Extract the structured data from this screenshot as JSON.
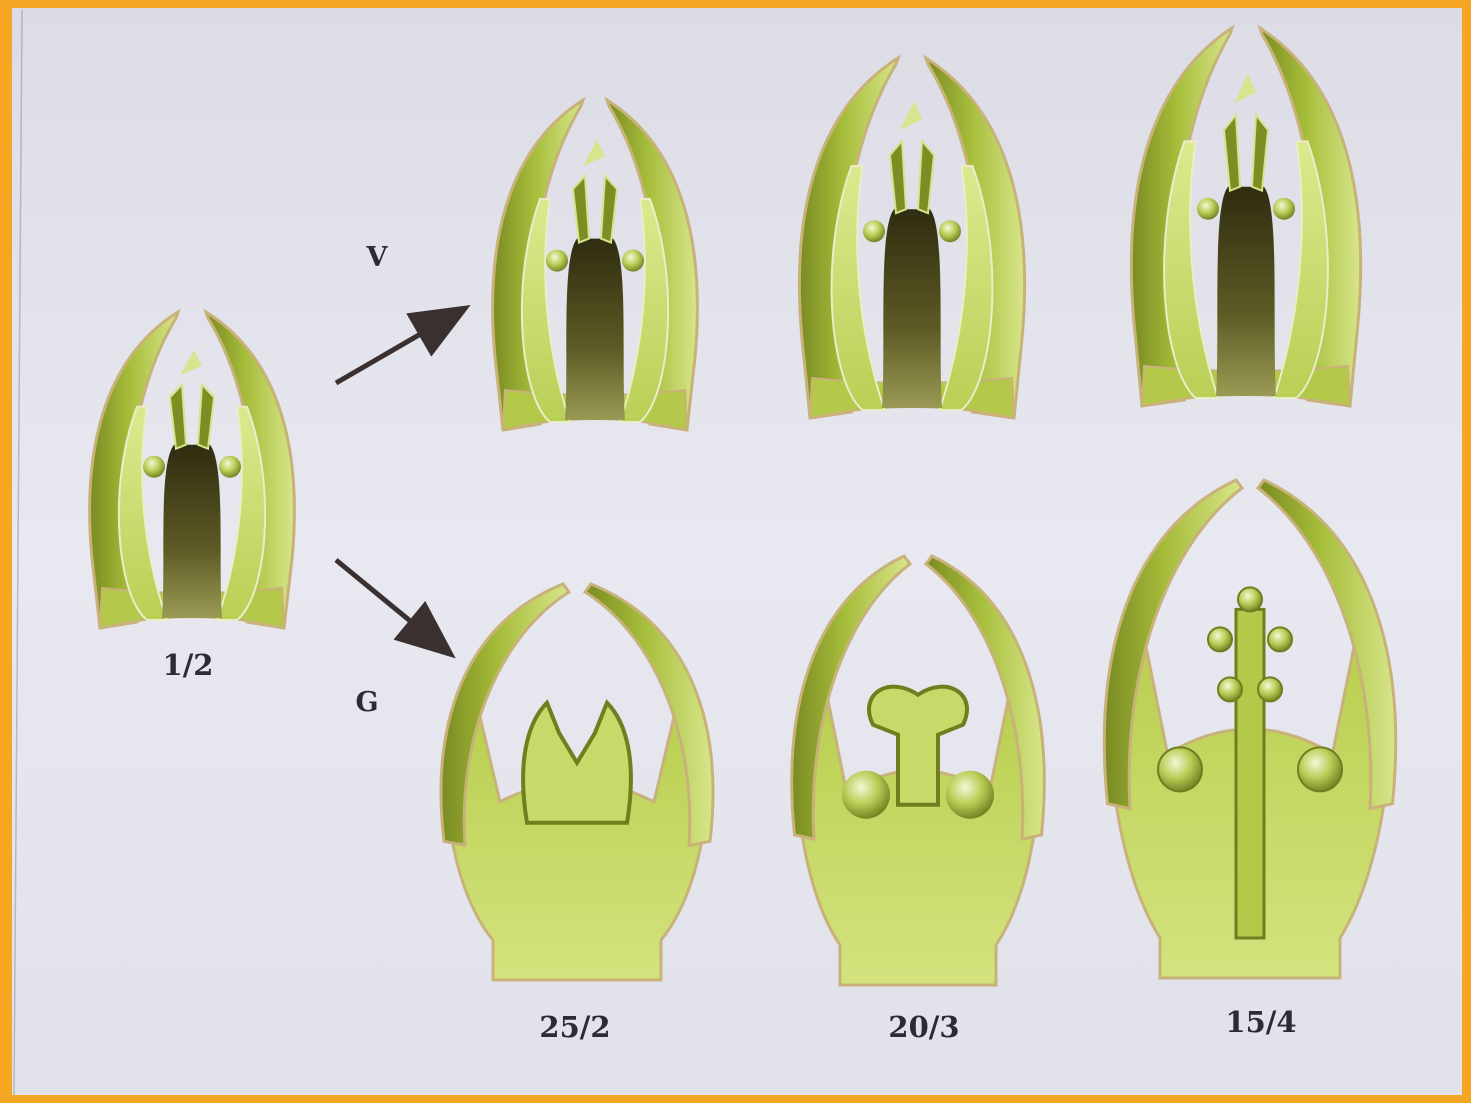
{
  "path_labels": {
    "vegetative": "V",
    "generative": "G"
  },
  "stages": [
    {
      "date": "1/2",
      "kind": "initial"
    },
    {
      "date": "25/2",
      "kind": "vegetative-bud",
      "row": "V"
    },
    {
      "date": "20/3",
      "kind": "vegetative-bud",
      "row": "V"
    },
    {
      "date": "15/4",
      "kind": "vegetative-bud",
      "row": "V"
    },
    {
      "date": "25/2",
      "kind": "flower-bud",
      "row": "G"
    },
    {
      "date": "20/3",
      "kind": "flower-bud",
      "row": "G"
    },
    {
      "date": "15/4",
      "kind": "flower-bud",
      "row": "G"
    }
  ],
  "captions": [
    "1/2",
    "25/2",
    "20/3",
    "15/4"
  ],
  "colors": {
    "frame": "#f5a623",
    "paper": "#e6e6ef",
    "tissue_light": "#cfe07a",
    "tissue_mid": "#a8bf3a",
    "tissue_dark": "#5d6a1c",
    "core_dark": "#3f3b14",
    "arrow": "#3a3030"
  }
}
